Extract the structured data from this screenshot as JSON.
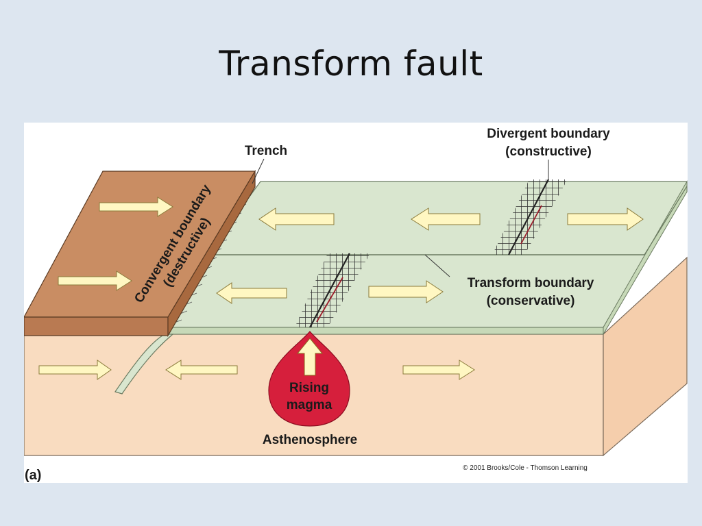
{
  "slide": {
    "title": "Transform fault"
  },
  "diagram": {
    "labels": {
      "trench": "Trench",
      "divergent_line1": "Divergent boundary",
      "divergent_line2": "(constructive)",
      "convergent_line1": "Convergent boundary",
      "convergent_line2": "(destructive)",
      "transform_line1": "Transform boundary",
      "transform_line2": "(conservative)",
      "magma_line1": "Rising",
      "magma_line2": "magma",
      "asthenosphere": "Asthenosphere",
      "panel_letter": "(a)",
      "credit": "© 2001 Brooks/Cole - Thomson Learning"
    },
    "colors": {
      "background": "#dde6f0",
      "oceanic_plate": "#d9e6cf",
      "continental_plate": "#c98d63",
      "asthenosphere": "#f9dcc0",
      "magma": "#d61f3c",
      "arrow": "#fff7c2"
    }
  }
}
